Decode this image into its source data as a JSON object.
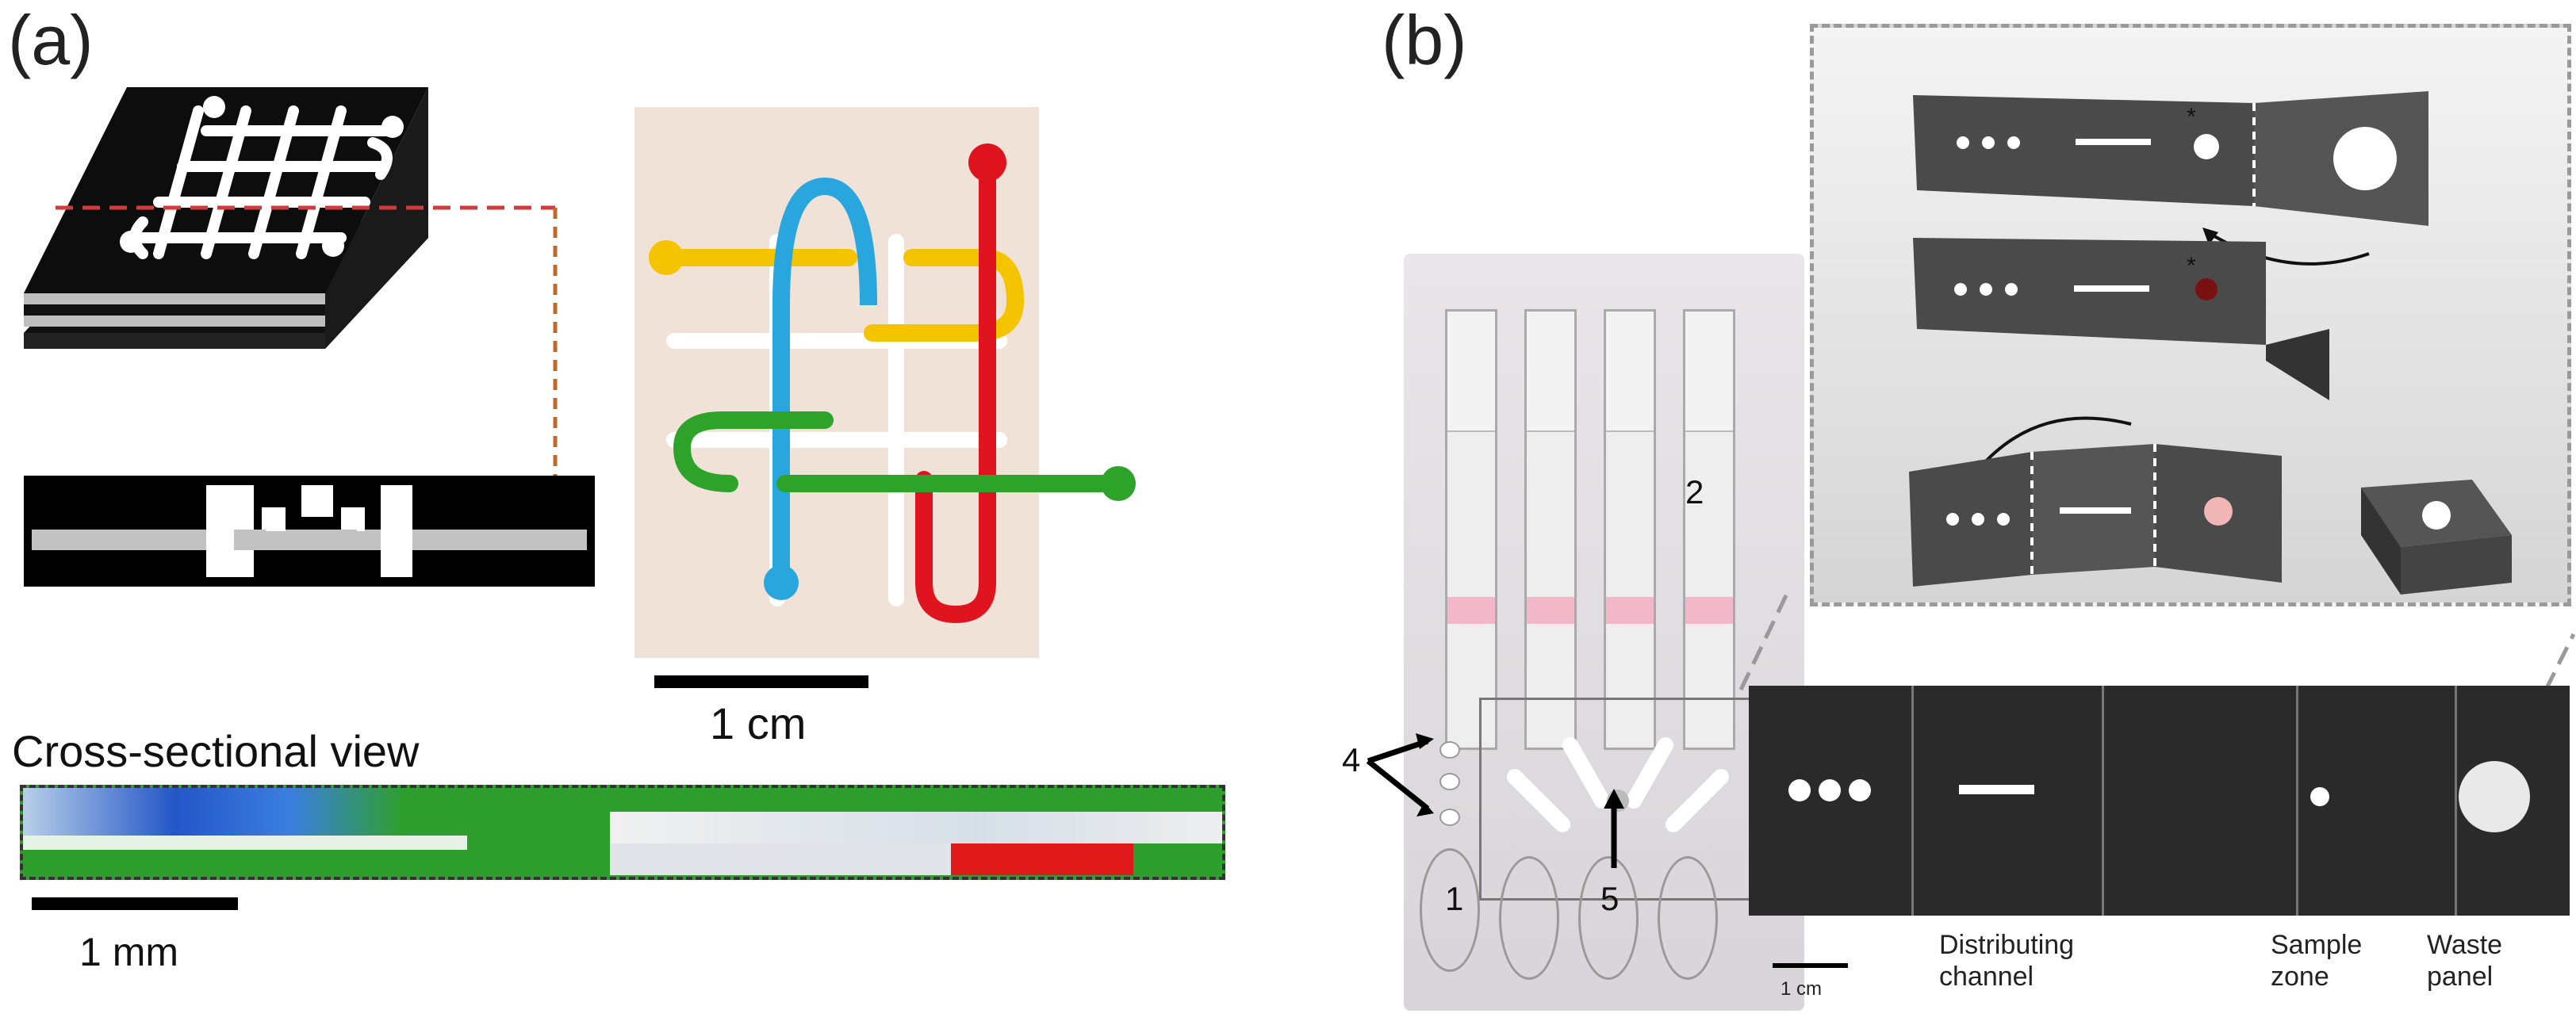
{
  "panel_a": {
    "label": "(a)",
    "scale_bar_1cm": "1 cm",
    "cross_section_title": "Cross-sectional view",
    "scale_bar_1mm": "1 mm"
  },
  "panel_b": {
    "label": "(b)",
    "numbers": [
      "1",
      "2",
      "4",
      "5"
    ],
    "scale_bar": "1 cm",
    "strip_labels": [
      {
        "line1": "Distributing",
        "line2": "channel"
      },
      {
        "line1": "Sample",
        "line2": "zone"
      },
      {
        "line1": "Waste",
        "line2": "panel"
      }
    ]
  },
  "colors": {
    "yellow": "#f4c400",
    "blue": "#2aa6df",
    "red": "#e0141e",
    "green": "#2ea32a",
    "paper_dark": "#2a2a2a",
    "inset_border": "#9a9a9a"
  }
}
